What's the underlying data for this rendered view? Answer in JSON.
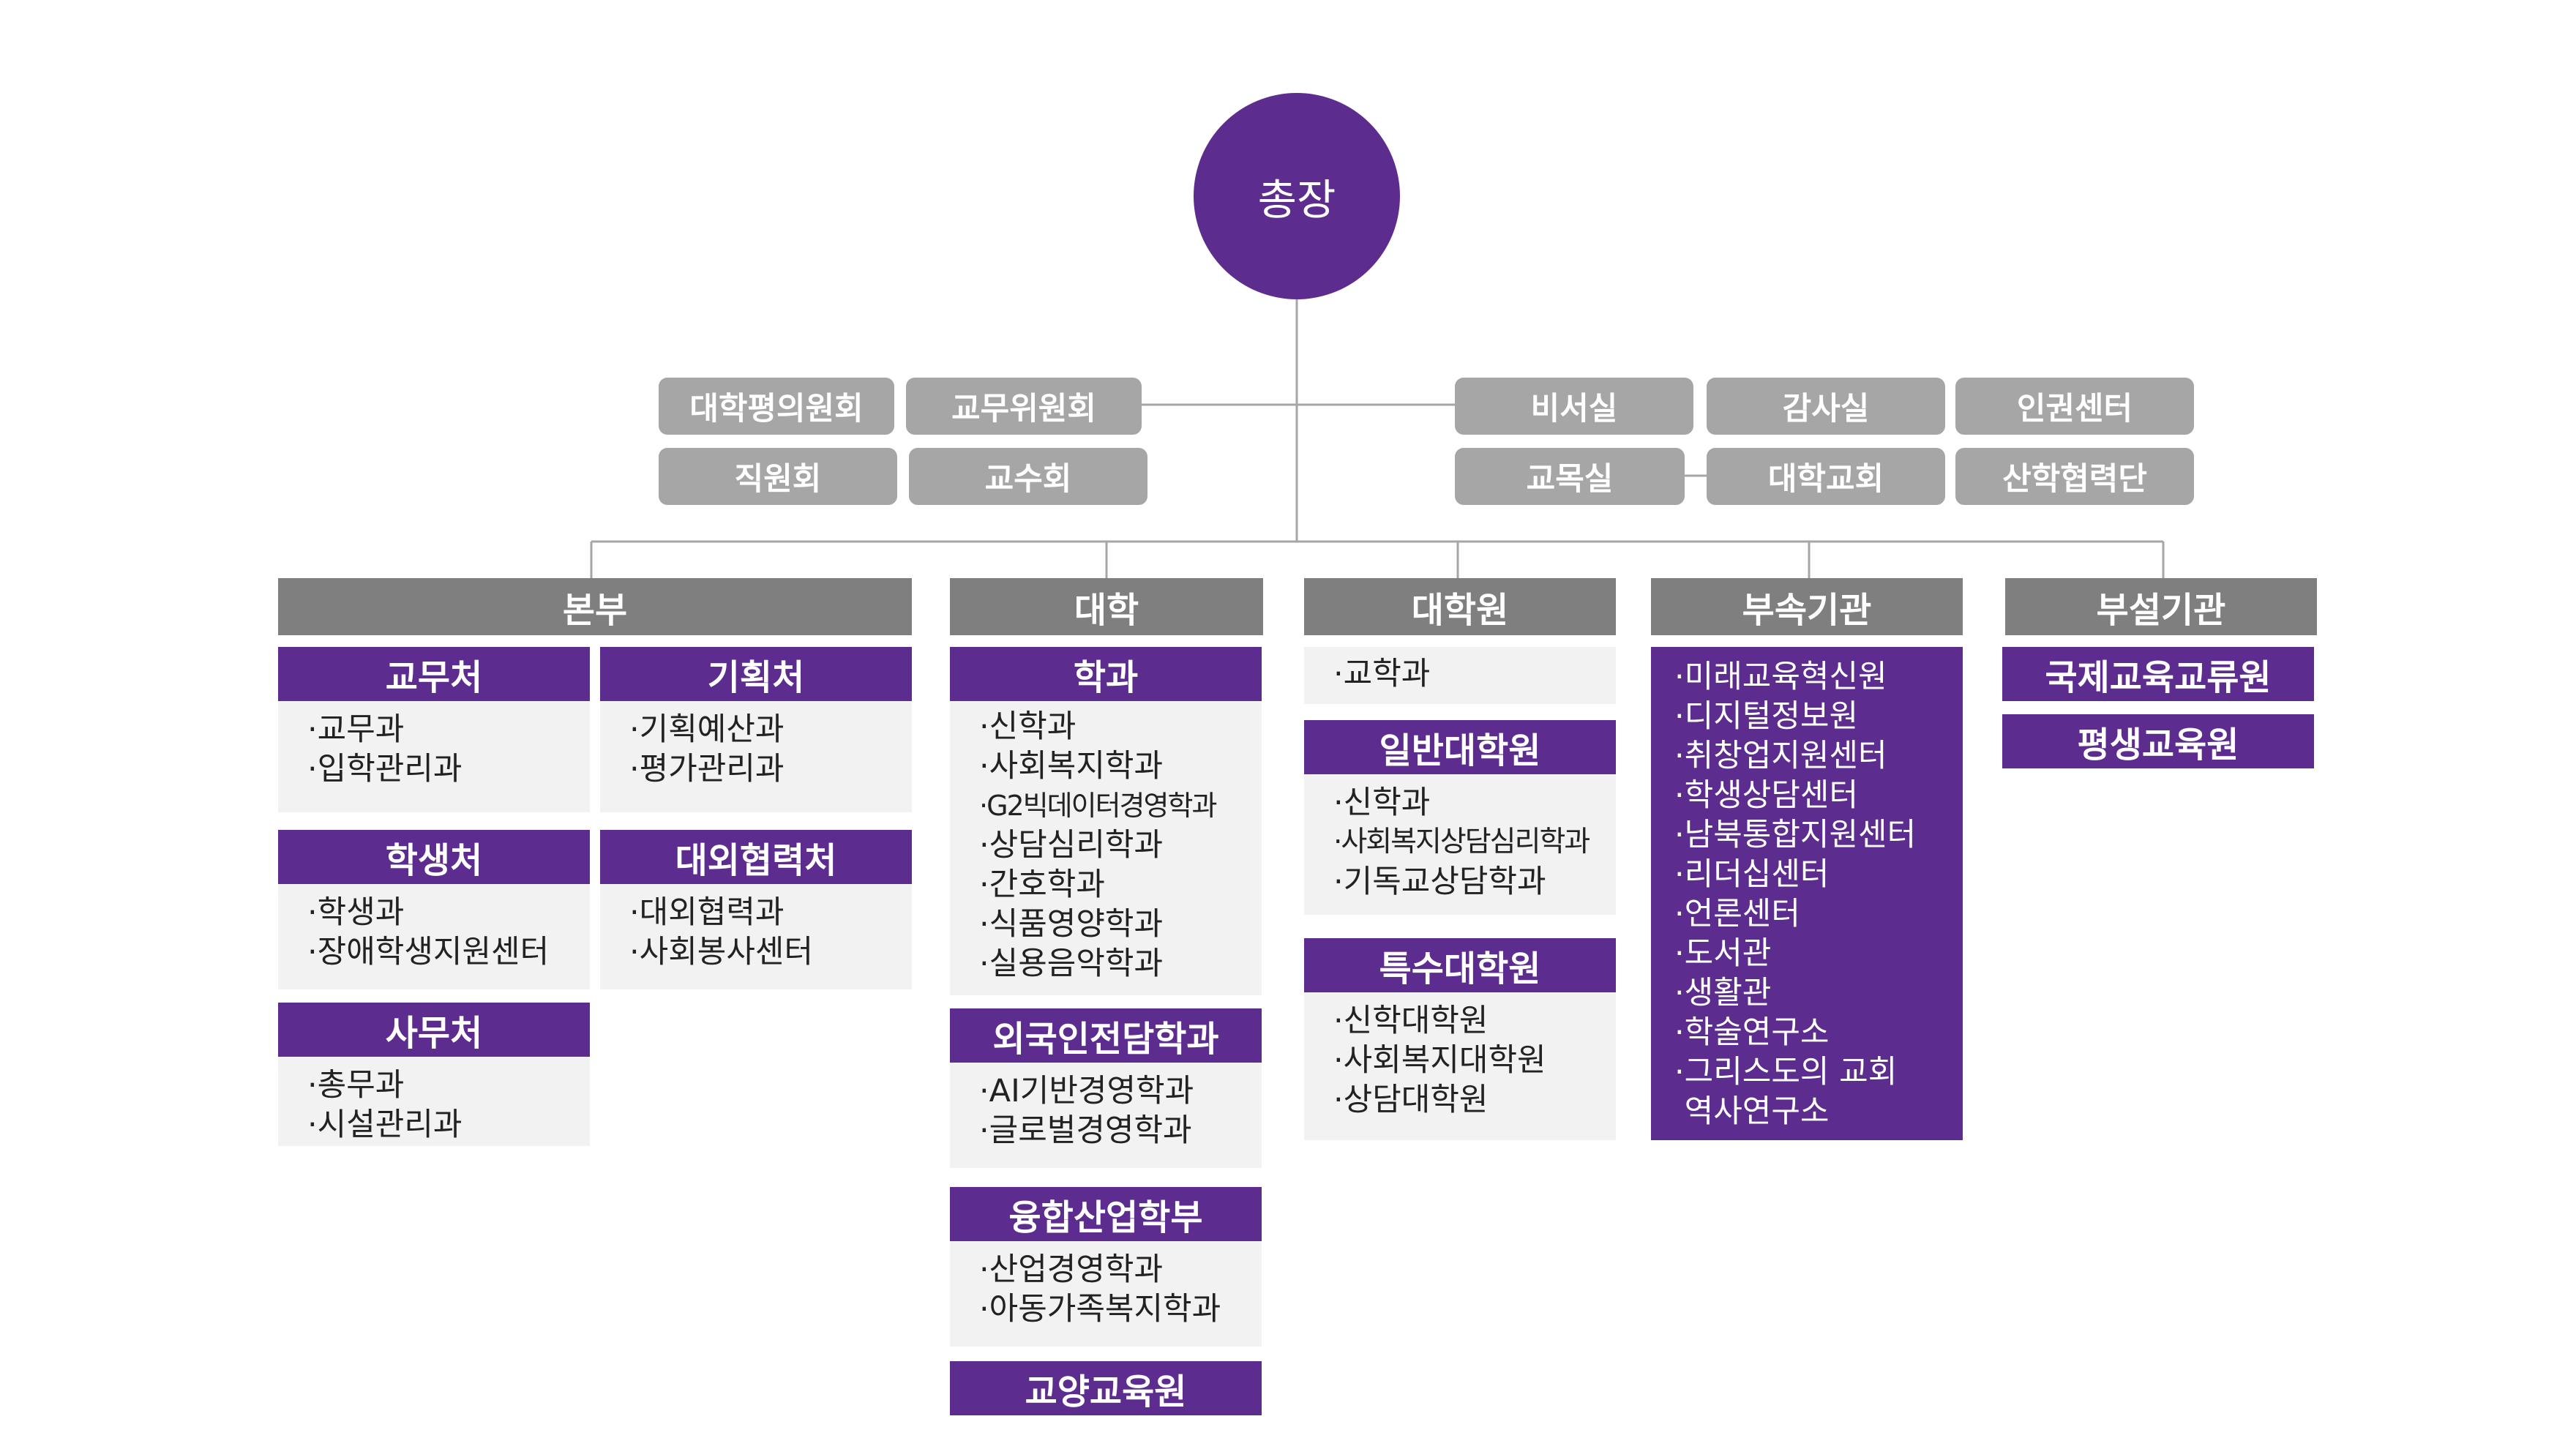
{
  "president": "총장",
  "committees_left": [
    "대학평의원회",
    "교무위원회",
    "직원회",
    "교수회"
  ],
  "offices_right": [
    "비서실",
    "감사실",
    "인권센터",
    "교목실",
    "대학교회",
    "산학협력단"
  ],
  "categories": {
    "headquarters": {
      "title": "본부",
      "units": [
        {
          "name": "교무처",
          "items": [
            "교무과",
            "입학관리과"
          ]
        },
        {
          "name": "기획처",
          "items": [
            "기획예산과",
            "평가관리과"
          ]
        },
        {
          "name": "학생처",
          "items": [
            "학생과",
            "장애학생지원센터"
          ]
        },
        {
          "name": "대외협력처",
          "items": [
            "대외협력과",
            "사회봉사센터"
          ]
        },
        {
          "name": "사무처",
          "items": [
            "총무과",
            "시설관리과"
          ]
        }
      ]
    },
    "college": {
      "title": "대학",
      "units": [
        {
          "name": "학과",
          "items": [
            "신학과",
            "사회복지학과",
            "G2빅데이터경영학과",
            "상담심리학과",
            "간호학과",
            "식품영양학과",
            "실용음악학과"
          ]
        },
        {
          "name": "외국인전담학과",
          "items": [
            "AI기반경영학과",
            "글로벌경영학과"
          ]
        },
        {
          "name": "융합산업학부",
          "items": [
            "산업경영학과",
            "아동가족복지학과"
          ]
        },
        {
          "name": "교양교육원",
          "items": []
        }
      ]
    },
    "graduate": {
      "title": "대학원",
      "top_items": [
        "교학과"
      ],
      "units": [
        {
          "name": "일반대학원",
          "items": [
            "신학과",
            "사회복지상담심리학과",
            "기독교상담학과"
          ]
        },
        {
          "name": "특수대학원",
          "items": [
            "신학대학원",
            "사회복지대학원",
            "상담대학원"
          ]
        }
      ]
    },
    "affiliated": {
      "title": "부속기관",
      "items": [
        "미래교육혁신원",
        "디지털정보원",
        "취창업지원센터",
        "학생상담센터",
        "남북통합지원센터",
        "리더십센터",
        "언론센터",
        "도서관",
        "생활관",
        "학술연구소",
        "그리스도의 교회",
        "역사연구소"
      ]
    },
    "attached": {
      "title": "부설기관",
      "items": [
        "국제교육교류원",
        "평생교육원"
      ]
    }
  },
  "colors": {
    "purple": "#5c2d8f",
    "dark_gray": "#7f7f7f",
    "light_gray": "#a6a6a6",
    "panel": "#f2f2f2",
    "line": "#a6a6a6"
  }
}
